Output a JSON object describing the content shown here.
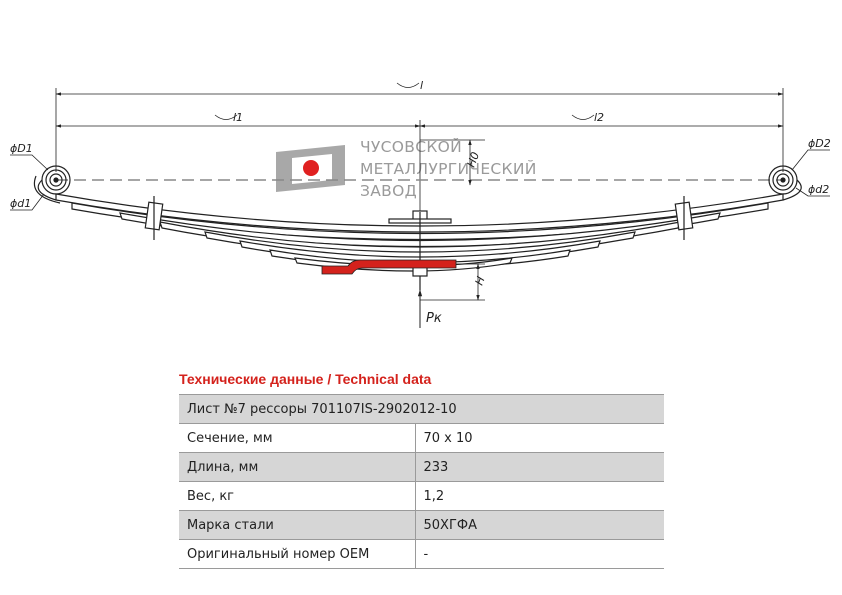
{
  "drawing": {
    "labels": {
      "overall_length": "l",
      "left_length": "l1",
      "right_length": "l2",
      "eye_outer_left": "ϕD1",
      "eye_inner_left": "ϕd1",
      "eye_outer_right": "ϕD2",
      "eye_inner_right": "ϕd2",
      "height_upper": "H0",
      "height_lower": "H",
      "load": "Pк"
    },
    "colors": {
      "line": "#222222",
      "highlight_leaf": "#d4221c",
      "centerline": "#888888"
    }
  },
  "logo": {
    "lines": [
      "ЧУСОВСКОЙ",
      "МЕТАЛЛУРГИЧЕСКИЙ",
      "ЗАВОД"
    ],
    "colors": {
      "gray": "#9a9a9a",
      "red": "#e02020"
    }
  },
  "section_title": "Технические данные / Technical data",
  "table": {
    "header": "Лист №7 рессоры 701107IS-2902012-10",
    "rows": [
      {
        "label": "Сечение, мм",
        "value": "70 x 10"
      },
      {
        "label": "Длина, мм",
        "value": "233"
      },
      {
        "label": "Вес, кг",
        "value": "1,2"
      },
      {
        "label": "Марка стали",
        "value": "50ХГФА"
      },
      {
        "label": "Оригинальный номер OEM",
        "value": "-"
      }
    ]
  }
}
